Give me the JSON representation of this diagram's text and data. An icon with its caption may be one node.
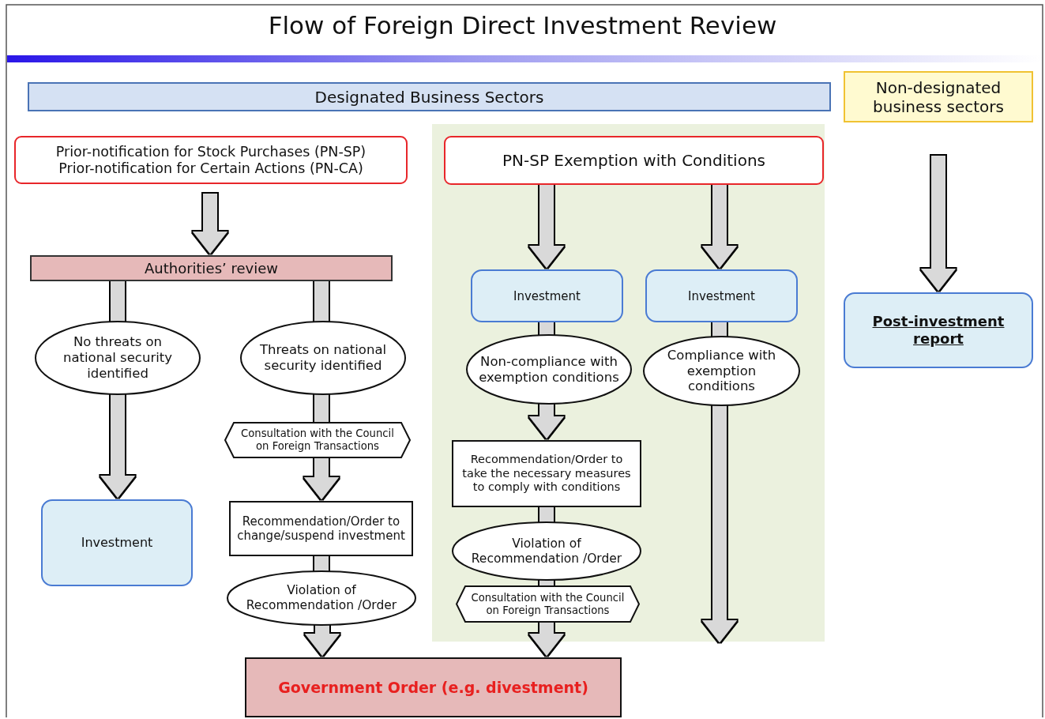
{
  "diagram": {
    "title": "Flow of Foreign Direct Investment Review",
    "nodes": [
      {
        "text": [
          "Designated Business Sectors"
        ]
      },
      {
        "text": [
          "Non-designated business sectors"
        ]
      },
      {
        "text": [
          "Prior-notification for Stock Purchases (PN-SP)",
          "Prior-notification for Certain Actions (PN-CA)"
        ]
      },
      {
        "text": [
          "Authorities’ review"
        ]
      },
      {
        "text": [
          "No threats on national security identified"
        ]
      },
      {
        "text": [
          "Threats on national security identified"
        ]
      },
      {
        "text": [
          "Investment"
        ]
      },
      {
        "text": [
          "Consultation with the Council on Foreign Transactions"
        ]
      },
      {
        "text": [
          "Recommendation/Order to change/suspend investment"
        ]
      },
      {
        "text": [
          "Violation of Recommendation /Order"
        ]
      },
      {
        "text": [
          "Government Order (e.g. divestment)"
        ]
      },
      {
        "text": [
          "PN-SP Exemption with Conditions"
        ]
      },
      {
        "text": [
          "Investment"
        ]
      },
      {
        "text": [
          "Investment"
        ]
      },
      {
        "text": [
          "Non-compliance with exemption conditions"
        ]
      },
      {
        "text": [
          "Compliance with exemption conditions"
        ]
      },
      {
        "text": [
          "Recommendation/Order to take the necessary measures to comply with conditions"
        ]
      },
      {
        "text": [
          "Violation of Recommendation /Order"
        ]
      },
      {
        "text": [
          "Consultation with the Council on Foreign Transactions"
        ]
      },
      {
        "text": [
          "Post-investment report"
        ]
      }
    ],
    "edges": [
      {
        "from": 2,
        "to": 3,
        "arrow": "to"
      },
      {
        "from": 3,
        "to": 4,
        "arrow": "none"
      },
      {
        "from": 3,
        "to": 5,
        "arrow": "none"
      },
      {
        "from": 4,
        "to": 6,
        "arrow": "to"
      },
      {
        "from": 5,
        "to": 7,
        "arrow": "none"
      },
      {
        "from": 7,
        "to": 8,
        "arrow": "to"
      },
      {
        "from": 8,
        "to": 9,
        "arrow": "none"
      },
      {
        "from": 9,
        "to": 10,
        "arrow": "to"
      },
      {
        "from": 11,
        "to": 12,
        "arrow": "to"
      },
      {
        "from": 11,
        "to": 13,
        "arrow": "to"
      },
      {
        "from": 12,
        "to": 14,
        "arrow": "none"
      },
      {
        "from": 13,
        "to": 15,
        "arrow": "none"
      },
      {
        "from": 14,
        "to": 16,
        "arrow": "to"
      },
      {
        "from": 16,
        "to": 17,
        "arrow": "none"
      },
      {
        "from": 17,
        "to": 18,
        "arrow": "none"
      },
      {
        "from": 18,
        "to": 10,
        "arrow": "to"
      },
      {
        "from": 15,
        "to": null,
        "arrow": "to"
      },
      {
        "from": 1,
        "to": 19,
        "arrow": "to"
      }
    ]
  }
}
